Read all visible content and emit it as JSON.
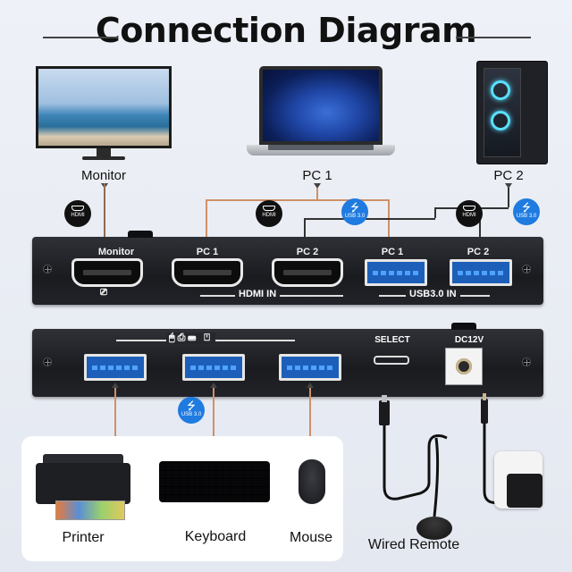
{
  "title": "Connection Diagram",
  "devices": {
    "monitor": "Monitor",
    "pc1": "PC 1",
    "pc2": "PC 2"
  },
  "badges": {
    "hdmi": "HDMI",
    "usb": "USB 3.0"
  },
  "front_panel": {
    "ports": [
      "Monitor",
      "PC 1",
      "PC 2",
      "PC 1",
      "PC 2"
    ],
    "hdmi_group": "HDMI IN",
    "usb_group": "USB3.0 IN"
  },
  "back_panel": {
    "select": "SELECT",
    "power": "DC12V"
  },
  "peripherals": {
    "printer": "Printer",
    "keyboard": "Keyboard",
    "mouse": "Mouse",
    "remote": "Wired Remote"
  },
  "colors": {
    "hdmi_line": "#d09068",
    "usb_badge": "#1f7be0",
    "usb_port": "#1d5fb8"
  }
}
